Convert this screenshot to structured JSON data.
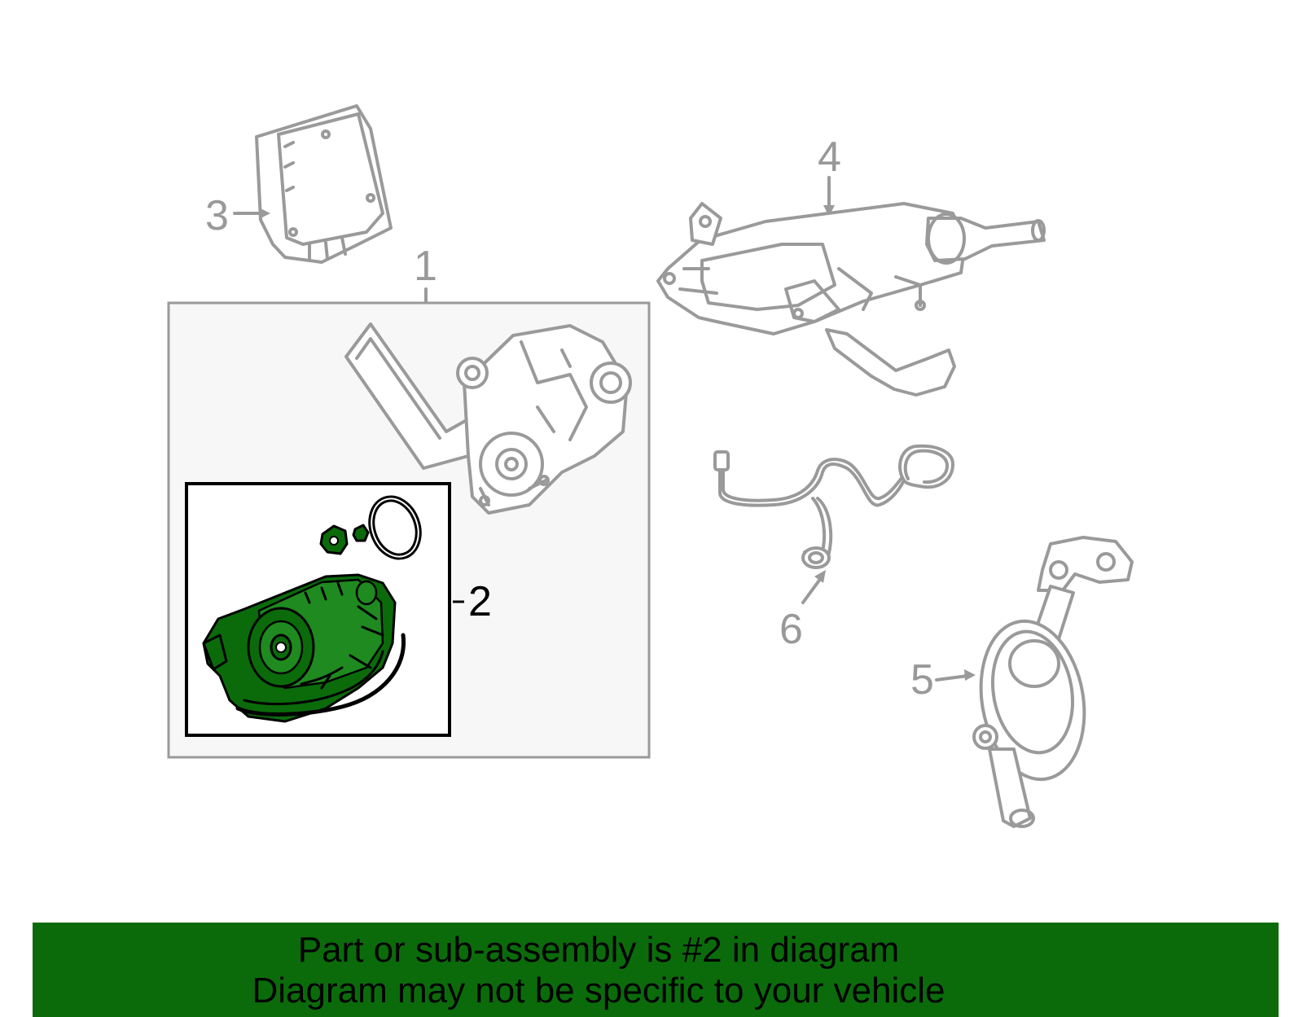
{
  "callouts": {
    "c1": "1",
    "c2": "2",
    "c3": "3",
    "c4": "4",
    "c5": "5",
    "c6": "6"
  },
  "banner": {
    "line1": "Part or sub-assembly is #2 in diagram",
    "line2": "Diagram may not be specific to your vehicle"
  },
  "colors": {
    "highlight": "#0b6b0b",
    "line_gray": "#9a9a9a",
    "panel_bg": "#f7f7f7"
  }
}
